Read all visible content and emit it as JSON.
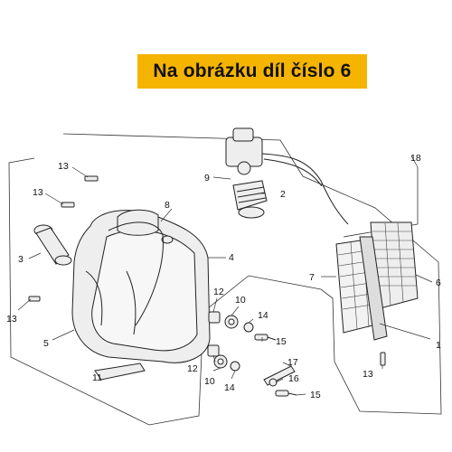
{
  "banner": {
    "text": "Na obrázku díl číslo 6"
  },
  "colors": {
    "banner_bg": "#f5b400",
    "line": "#222222",
    "part_fill": "#eeeeee"
  },
  "callouts": [
    "1",
    "2",
    "3",
    "4",
    "5",
    "6",
    "7",
    "8",
    "9",
    "10",
    "10",
    "11",
    "12",
    "12",
    "13",
    "13",
    "13",
    "13",
    "14",
    "14",
    "15",
    "15",
    "16",
    "17",
    "18"
  ]
}
